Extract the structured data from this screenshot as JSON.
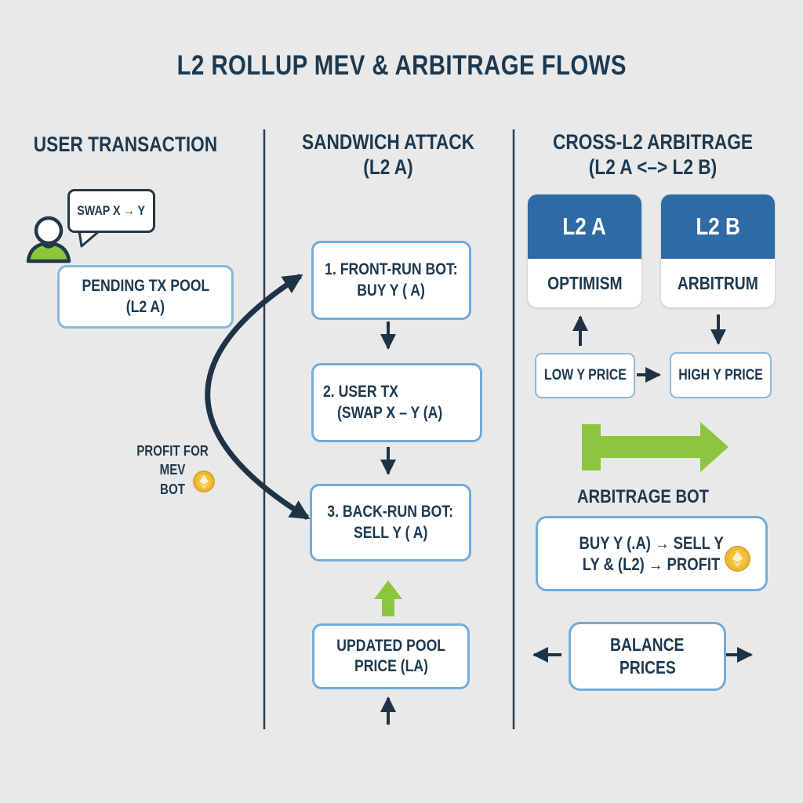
{
  "title": "L2 ROLLUP MEV & ARBITRAGE FLOWS",
  "user_column": {
    "header": "USER TRANSACTION",
    "speech_bubble": "SWAP X → Y",
    "pending_pool": {
      "line1": "PENDING TX POOL",
      "line2": "(L2 A)"
    },
    "profit_note": {
      "line1": "PROFIT FOR",
      "line2": "MEV",
      "line3": "BOT"
    }
  },
  "sandwich_column": {
    "header": {
      "line1": "SANDWICH ATTACK",
      "line2": "(L2 A)"
    },
    "steps": [
      {
        "line1": "1. FRONT-RUN BOT:",
        "line2": "BUY Y ( A)"
      },
      {
        "line1": "2. USER TX",
        "line2": "(SWAP X – Y (A)"
      },
      {
        "line1": "3. BACK-RUN BOT:",
        "line2": "SELL Y ( A)"
      }
    ],
    "updated_pool": {
      "line1": "UPDATED POOL",
      "line2": "PRICE (LA)"
    }
  },
  "arbitrage_column": {
    "header": {
      "line1": "CROSS-L2 ARBITRAGE",
      "line2": "(L2 A <–> L2 B)"
    },
    "chains": [
      {
        "label": "L2 A",
        "network": "OPTIMISM"
      },
      {
        "label": "L2 B",
        "network": "ARBITRUM"
      }
    ],
    "low_price": "LOW Y PRICE",
    "high_price": "HIGH Y PRICE",
    "bot_label": "ARBITRAGE BOT",
    "bot_box": {
      "line1": "BUY Y (.A) → SELL Y",
      "line2": "LY & (L2) → PROFIT"
    },
    "balance": {
      "line1": "BALANCE",
      "line2": "PRICES"
    }
  },
  "icons": {
    "user": "user-person-icon",
    "speech_tail": "speech-bubble-tail",
    "profit_coin": "eth-coin-icon",
    "bot_coin": "eth-coin-icon"
  },
  "colors": {
    "background": "#e9e9e9",
    "navy_text": "#1d3950",
    "arrow_navy": "#1f3347",
    "box_border_blue": "#74abd8",
    "chain_card_blue": "#2e6ba4",
    "green_accent": "#8cc63f",
    "coin_gold": "#f4c338",
    "white": "#ffffff"
  }
}
